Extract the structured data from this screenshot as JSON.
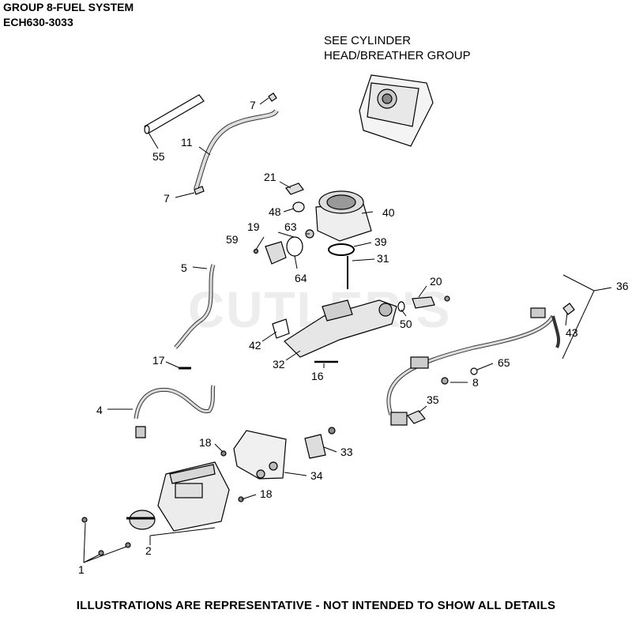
{
  "header": {
    "title": "GROUP 8-FUEL SYSTEM",
    "model": "ECH630-3033"
  },
  "note": {
    "line1": "SEE CYLINDER",
    "line2": "HEAD/BREATHER GROUP"
  },
  "watermark": "CUTLER'S",
  "footer": "ILLUSTRATIONS ARE REPRESENTATIVE - NOT INTENDED TO SHOW ALL DETAILS",
  "callouts": [
    "1",
    "2",
    "4",
    "5",
    "7",
    "7",
    "8",
    "11",
    "16",
    "17",
    "18",
    "18",
    "19",
    "20",
    "21",
    "31",
    "32",
    "33",
    "34",
    "35",
    "36",
    "39",
    "40",
    "42",
    "43",
    "48",
    "50",
    "55",
    "59",
    "63",
    "64",
    "65"
  ]
}
